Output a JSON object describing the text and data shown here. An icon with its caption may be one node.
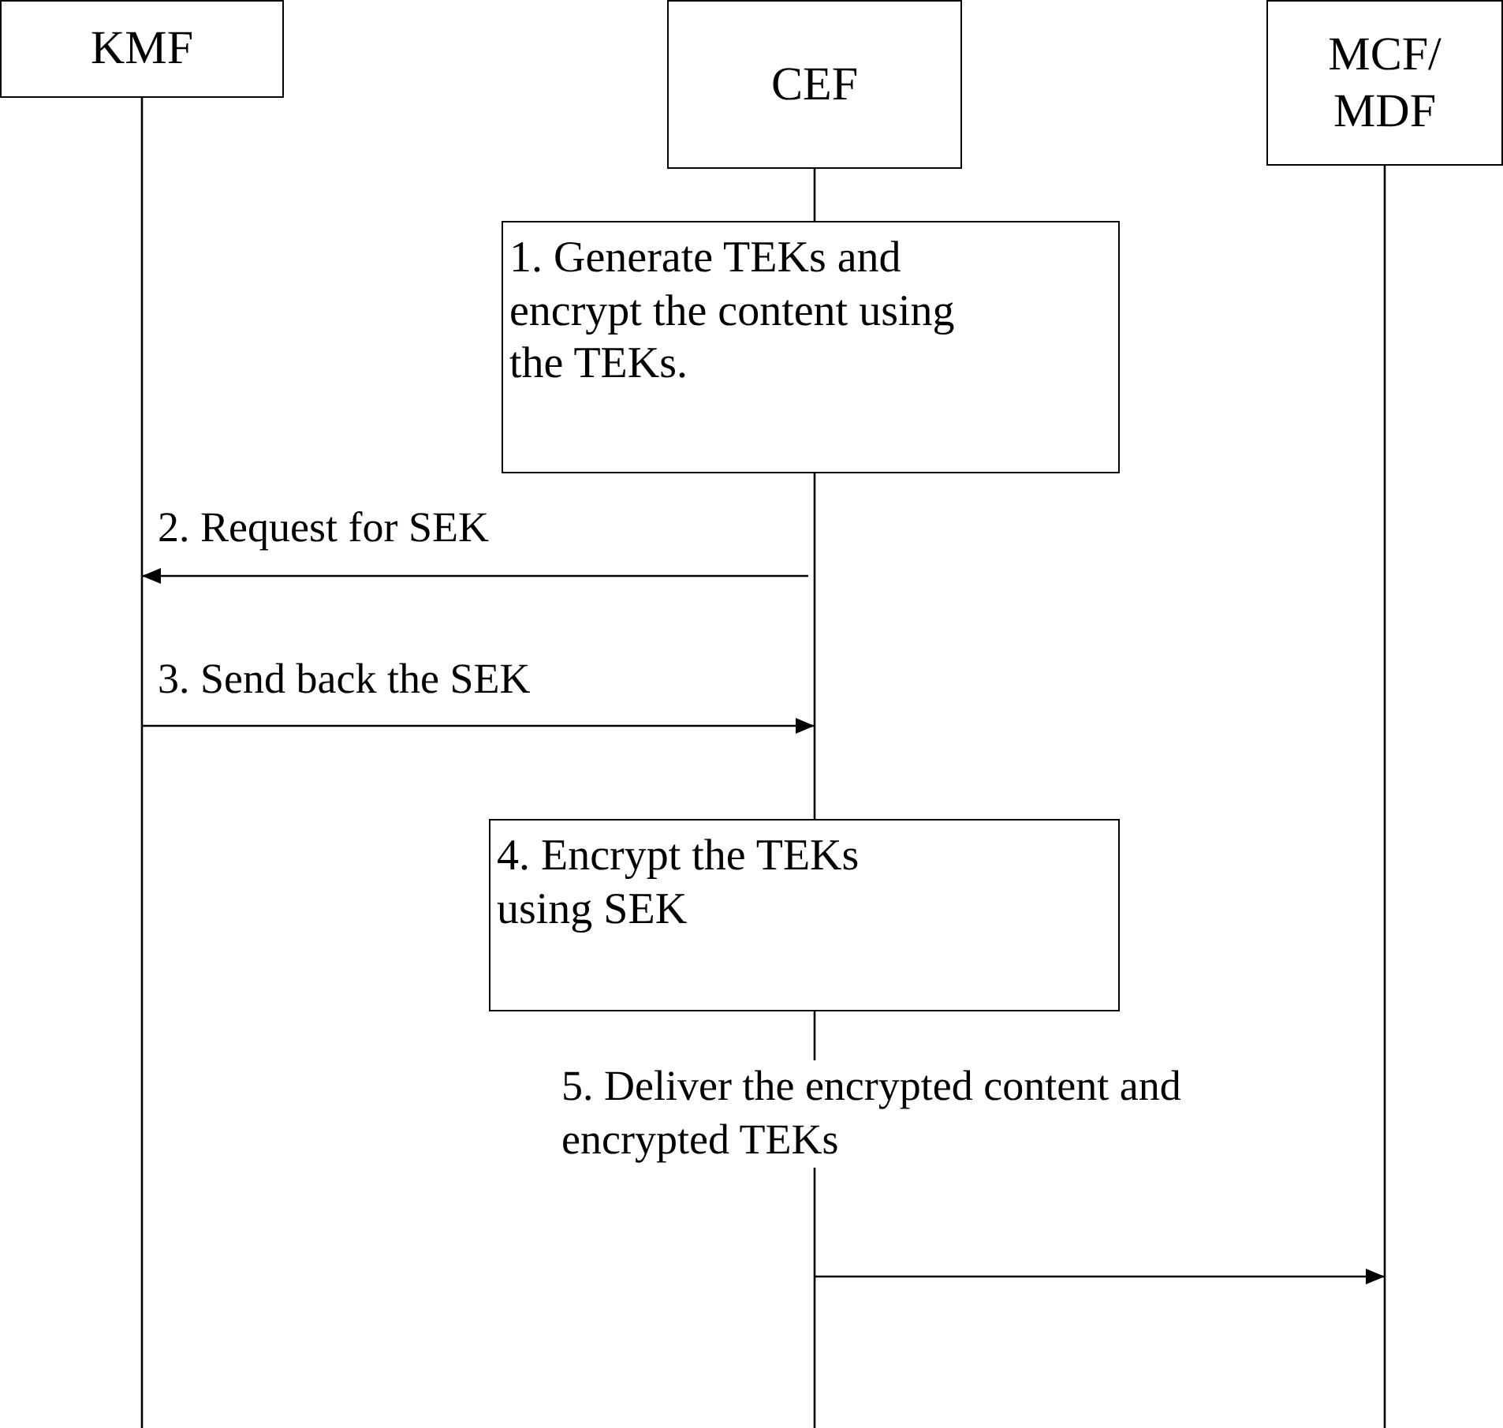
{
  "diagram": {
    "nodes": [
      {
        "text": [
          "KMF"
        ]
      },
      {
        "text": [
          "CEF"
        ]
      },
      {
        "text": [
          "MCF/ MDF"
        ]
      },
      {
        "text": [
          "1. Generate TEKs and encrypt the content using the TEKs."
        ]
      },
      {
        "text": [
          "4. Encrypt the TEKs using SEK"
        ]
      }
    ],
    "edges": [
      {
        "from": 1,
        "to": 0,
        "arrow": "to",
        "label": "2. Request for SEK"
      },
      {
        "from": 0,
        "to": 1,
        "arrow": "to",
        "label": "3. Send back the SEK"
      },
      {
        "from": 1,
        "to": 2,
        "arrow": "to",
        "label": "5. Deliver the encrypted content and encrypted TEKs"
      }
    ]
  }
}
